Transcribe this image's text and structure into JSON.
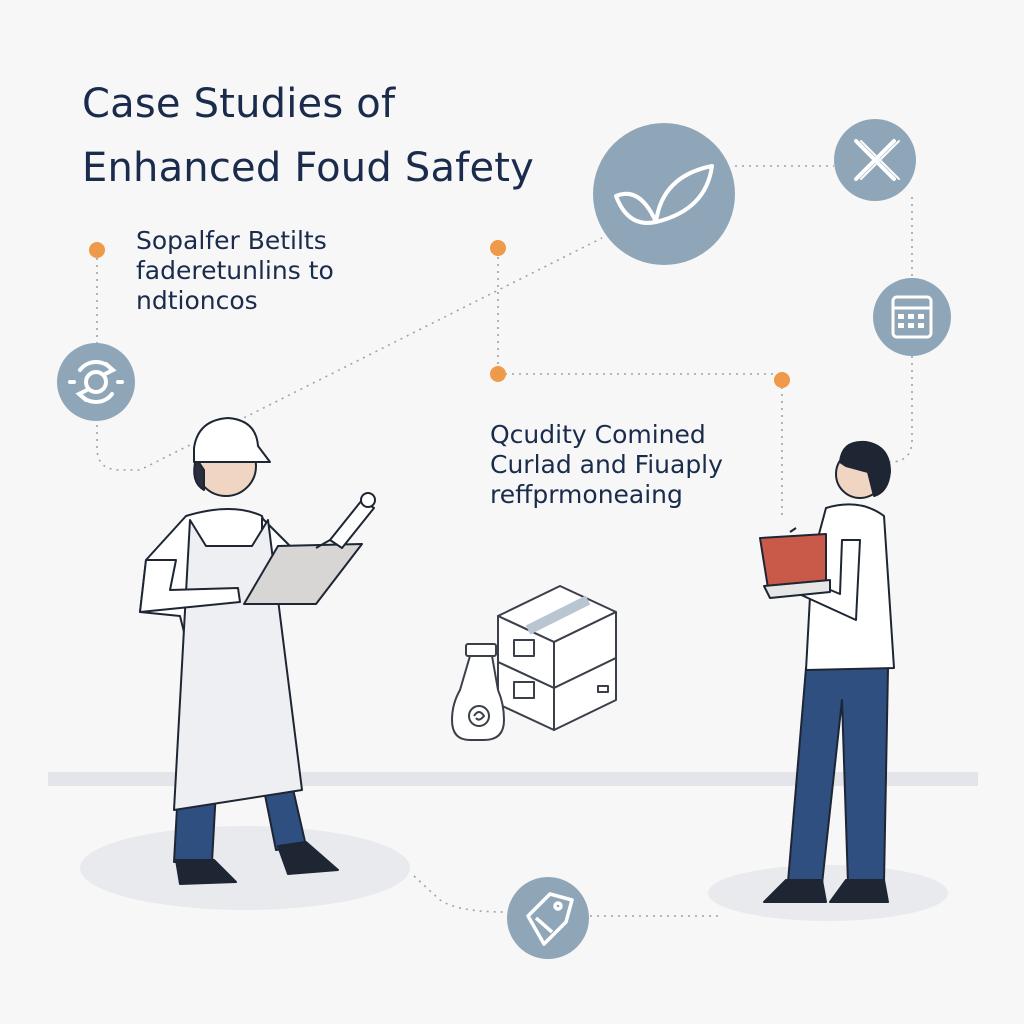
{
  "title": {
    "line1": "Case Studies of",
    "line2": "Enhanced Foud Safety"
  },
  "left_note": {
    "line1": "Sopalfer  Betilts",
    "line2": "faderetunlins to",
    "line3": "ndtioncos"
  },
  "right_note": {
    "line1": "Qcudity Comined",
    "line2": "Curlad and Fiuaply",
    "line3": "reffprmoneaing"
  },
  "icons": {
    "left_circle": "gear-recycle-icon",
    "top_circle": "leaf-icon",
    "top_right_circle": "cross-icon",
    "right_circle": "calendar-icon",
    "bottom_circle": "tag-icon"
  },
  "colors": {
    "navy": "#1a2b4c",
    "slate_circle": "#8fa6b8",
    "orange_dot": "#ef9a4a",
    "red_clipboard": "#c95a4a",
    "navy_pants": "#2f4f80"
  }
}
